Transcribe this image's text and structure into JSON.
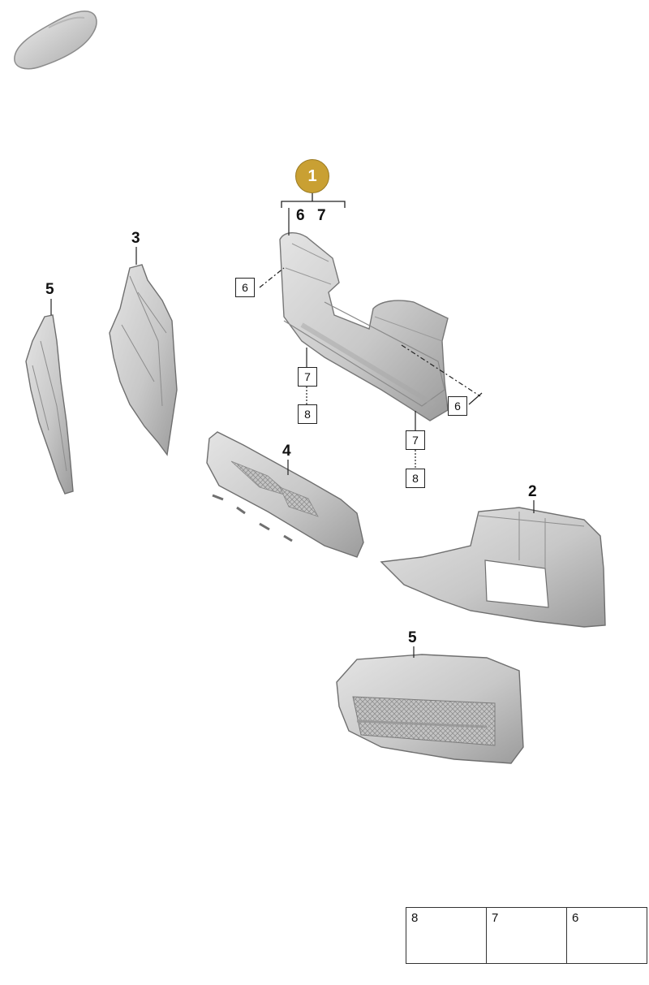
{
  "badge": {
    "number": "1",
    "color": "#c9a033"
  },
  "group_labels": {
    "first": "6",
    "second": "7"
  },
  "callouts": {
    "part_3": "3",
    "part_5_left": "5",
    "part_4": "4",
    "part_2": "2",
    "part_5_bottom": "5"
  },
  "boxed_refs": {
    "upper_left_6": "6",
    "mid_7": "7",
    "mid_8": "8",
    "right_6": "6",
    "lower_7": "7",
    "lower_8": "8"
  },
  "legend": [
    {
      "number": "8",
      "icon": "screw-icon"
    },
    {
      "number": "7",
      "icon": "clip-nut-icon"
    },
    {
      "number": "6",
      "icon": "grommet-icon"
    }
  ],
  "icons": {
    "vehicle": "car-silhouette-icon"
  }
}
